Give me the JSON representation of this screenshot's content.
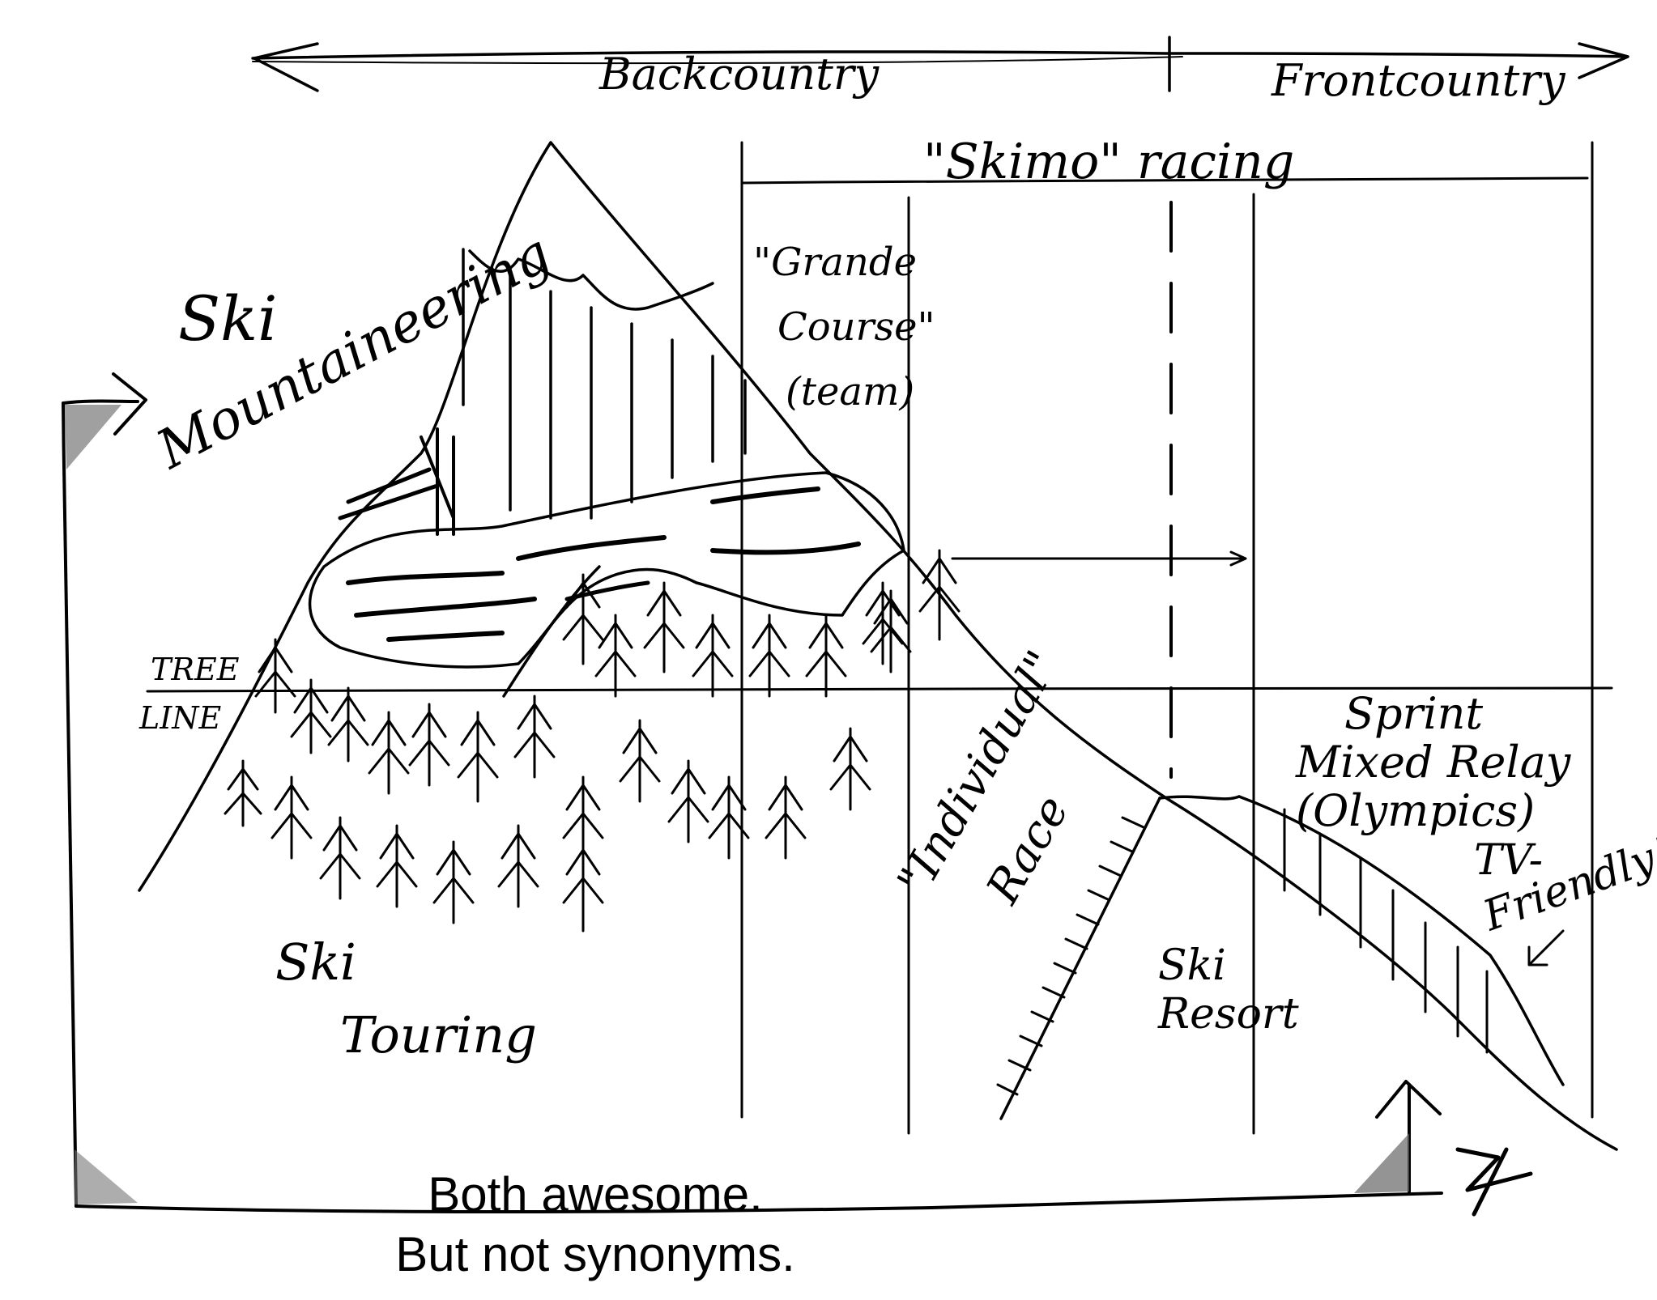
{
  "labels": {
    "backcountry": "Backcountry",
    "frontcountry": "Frontcountry",
    "skimo_racing": "\"Skimo\" racing",
    "grande_course_line1": "\"Grande",
    "grande_course_line2": "Course\"",
    "grande_course_line3": "(team)",
    "ski_mountaineering_line1": "Ski",
    "ski_mountaineering_line2": "Mountaineering",
    "tree_line_1": "TREE",
    "tree_line_2": "LINE",
    "individual_race_line1": "\"Individual\"",
    "individual_race_line2": "Race",
    "sprint_line1": "Sprint",
    "sprint_line2": "Mixed Relay",
    "sprint_line3": "(Olympics)",
    "tv_friendly_line1": "TV-",
    "tv_friendly_line2": "Friendly!",
    "ski_touring_line1": "Ski",
    "ski_touring_line2": "Touring",
    "ski_resort_line1": "Ski",
    "ski_resort_line2": "Resort"
  },
  "caption": {
    "line1": "Both awesome.",
    "line2": "But not synonyms."
  }
}
